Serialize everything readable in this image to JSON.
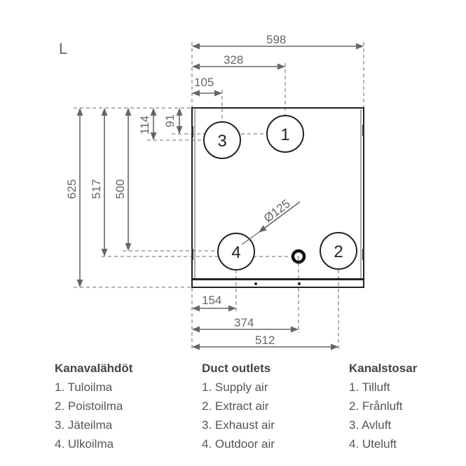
{
  "view_label": "L",
  "dimensions": {
    "width_total": "598",
    "to_outlet1": "328",
    "to_outlet3": "105",
    "height_total": "625",
    "to_outlet_bottom_low": "517",
    "to_outlet4": "500",
    "to_outlet3_v": "114",
    "to_outlet1_v": "91",
    "to_outlet4_h": "154",
    "to_drain": "374",
    "to_outlet2": "512",
    "duct_diameter": "Ø125"
  },
  "outlets": [
    "1",
    "2",
    "3",
    "4"
  ],
  "legend": [
    {
      "title": "Kanavalähdöt",
      "items": [
        "1. Tuloilma",
        "2. Poistoilma",
        "3. Jäteilma",
        "4. Ulkoilma"
      ]
    },
    {
      "title": "Duct outlets",
      "items": [
        "1. Supply air",
        "2. Extract air",
        "3. Exhaust air",
        "4. Outdoor air"
      ]
    },
    {
      "title": "Kanalstosar",
      "items": [
        "1. Tilluft",
        "2. Frånluft",
        "3. Avluft",
        "4. Uteluft"
      ]
    }
  ]
}
